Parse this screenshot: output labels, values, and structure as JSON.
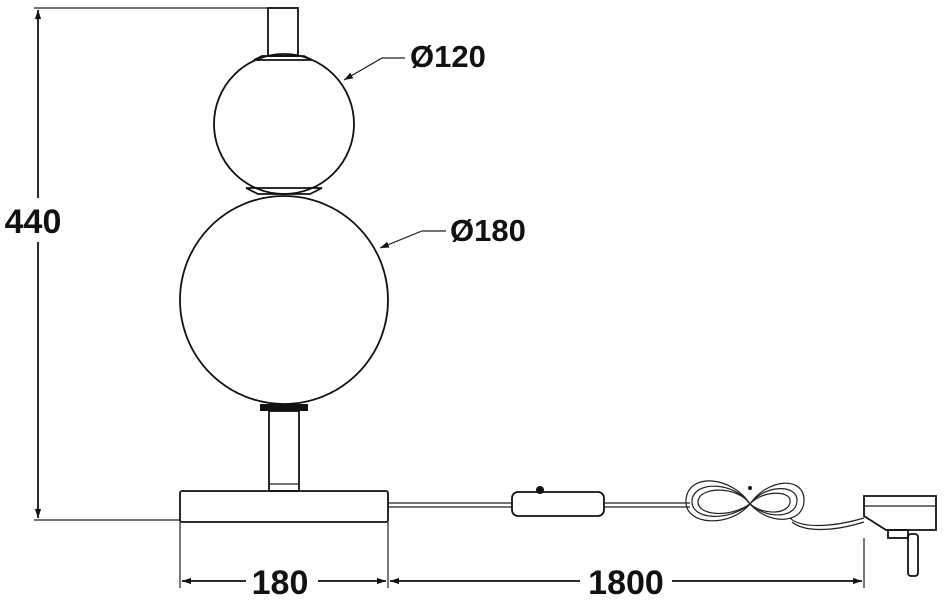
{
  "dimensions": {
    "height": "440",
    "small_sphere_diameter": "Ø120",
    "large_sphere_diameter": "Ø180",
    "base_width": "180",
    "cable_length": "1800"
  }
}
